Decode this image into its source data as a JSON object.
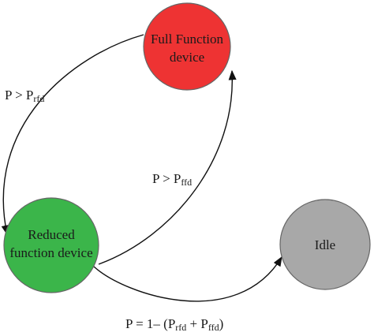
{
  "nodes": {
    "full_function": {
      "line1": "Full Function",
      "line2": "device",
      "color": "#ee3333"
    },
    "reduced_function": {
      "line1": "Reduced",
      "line2": "function device",
      "color": "#3bb54a"
    },
    "idle": {
      "line1": "Idle",
      "color": "#a8a8a8"
    }
  },
  "edges": {
    "full_to_reduced": {
      "main": "P > P",
      "sub": "rfd"
    },
    "reduced_to_full": {
      "main": "P > P",
      "sub": "ffd"
    },
    "reduced_to_idle": {
      "prefix": "P = 1– (P",
      "sub1": "rfd",
      "middle": " + P",
      "sub2": "ffd",
      "suffix": ")"
    }
  },
  "colors": {
    "stroke": "#111111",
    "node_outline": "#666666"
  }
}
